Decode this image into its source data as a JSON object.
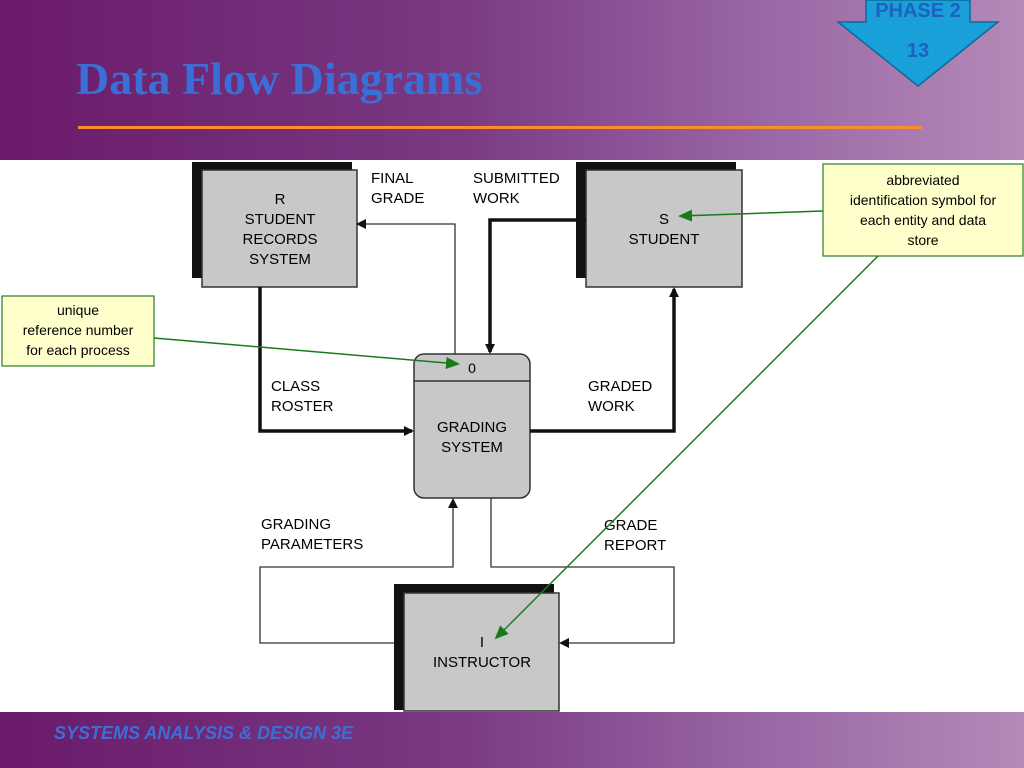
{
  "slide": {
    "title": "Data Flow Diagrams",
    "footer": "SYSTEMS ANALYSIS & DESIGN 3E",
    "phase_label": "PHASE 2",
    "slide_number": "13"
  },
  "colors": {
    "title": "#3a6fd8",
    "rule": "#ff8c2a",
    "phase_arrow": "#1aa0d8",
    "box_fill": "#c8c8c8",
    "callout_fill": "#ffffcc",
    "callout_arrow": "#1a7a1a"
  },
  "diagram": {
    "entity_records": {
      "code": "R",
      "line1": "STUDENT",
      "line2": "RECORDS",
      "line3": "SYSTEM"
    },
    "entity_student": {
      "code": "S",
      "line1": "STUDENT"
    },
    "entity_instructor": {
      "code": "I",
      "line1": "INSTRUCTOR"
    },
    "process": {
      "number": "0",
      "line1": "GRADING",
      "line2": "SYSTEM"
    },
    "flows": {
      "final_grade": [
        "FINAL",
        "GRADE"
      ],
      "submitted_work": [
        "SUBMITTED",
        "WORK"
      ],
      "class_roster": [
        "CLASS",
        "ROSTER"
      ],
      "graded_work": [
        "GRADED",
        "WORK"
      ],
      "grading_parameters": [
        "GRADING",
        "PARAMETERS"
      ],
      "grade_report": [
        "GRADE",
        "REPORT"
      ]
    },
    "callouts": {
      "reference": [
        "unique",
        "reference number",
        "for each process"
      ],
      "abbreviated": [
        "abbreviated",
        "identification symbol for",
        "each entity and data",
        "store"
      ]
    }
  }
}
